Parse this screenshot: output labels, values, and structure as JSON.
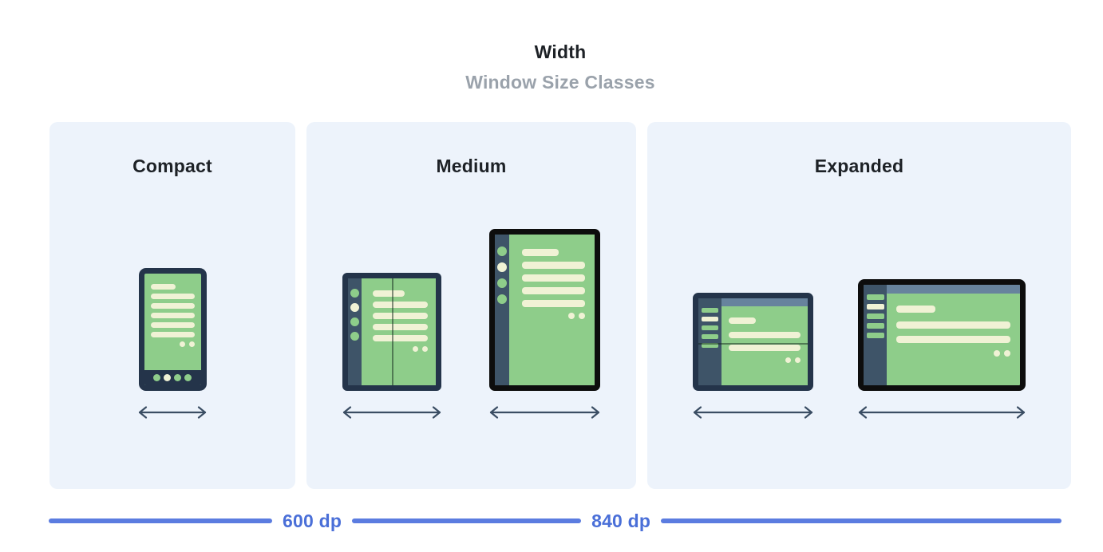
{
  "header": {
    "title": "Width",
    "subtitle": "Window Size Classes"
  },
  "panels": [
    {
      "label": "Compact",
      "devices": [
        "phone"
      ]
    },
    {
      "label": "Medium",
      "devices": [
        "foldable-portrait",
        "tablet-portrait"
      ]
    },
    {
      "label": "Expanded",
      "devices": [
        "foldable-landscape",
        "tablet-landscape"
      ]
    }
  ],
  "axis": {
    "breakpoints": [
      {
        "label": "600 dp"
      },
      {
        "label": "840 dp"
      }
    ]
  },
  "icons": {
    "width_arrow": "double-headed-horizontal-arrow"
  },
  "colors": {
    "page_bg": "#ffffff",
    "panel_bg": "#edf3fb",
    "title_text": "#1d2126",
    "subtitle_text": "#9aa2ab",
    "device_frame_navy": "#24344a",
    "device_frame_black": "#0d0d0d",
    "device_rail": "#3e5468",
    "screen_green": "#8ecd8a",
    "content_cream": "#f0f2d5",
    "top_bar_blue": "#67839d",
    "arrow": "#3a4d63",
    "axis_line": "#5b7ce0",
    "axis_text": "#4a6fd8"
  }
}
